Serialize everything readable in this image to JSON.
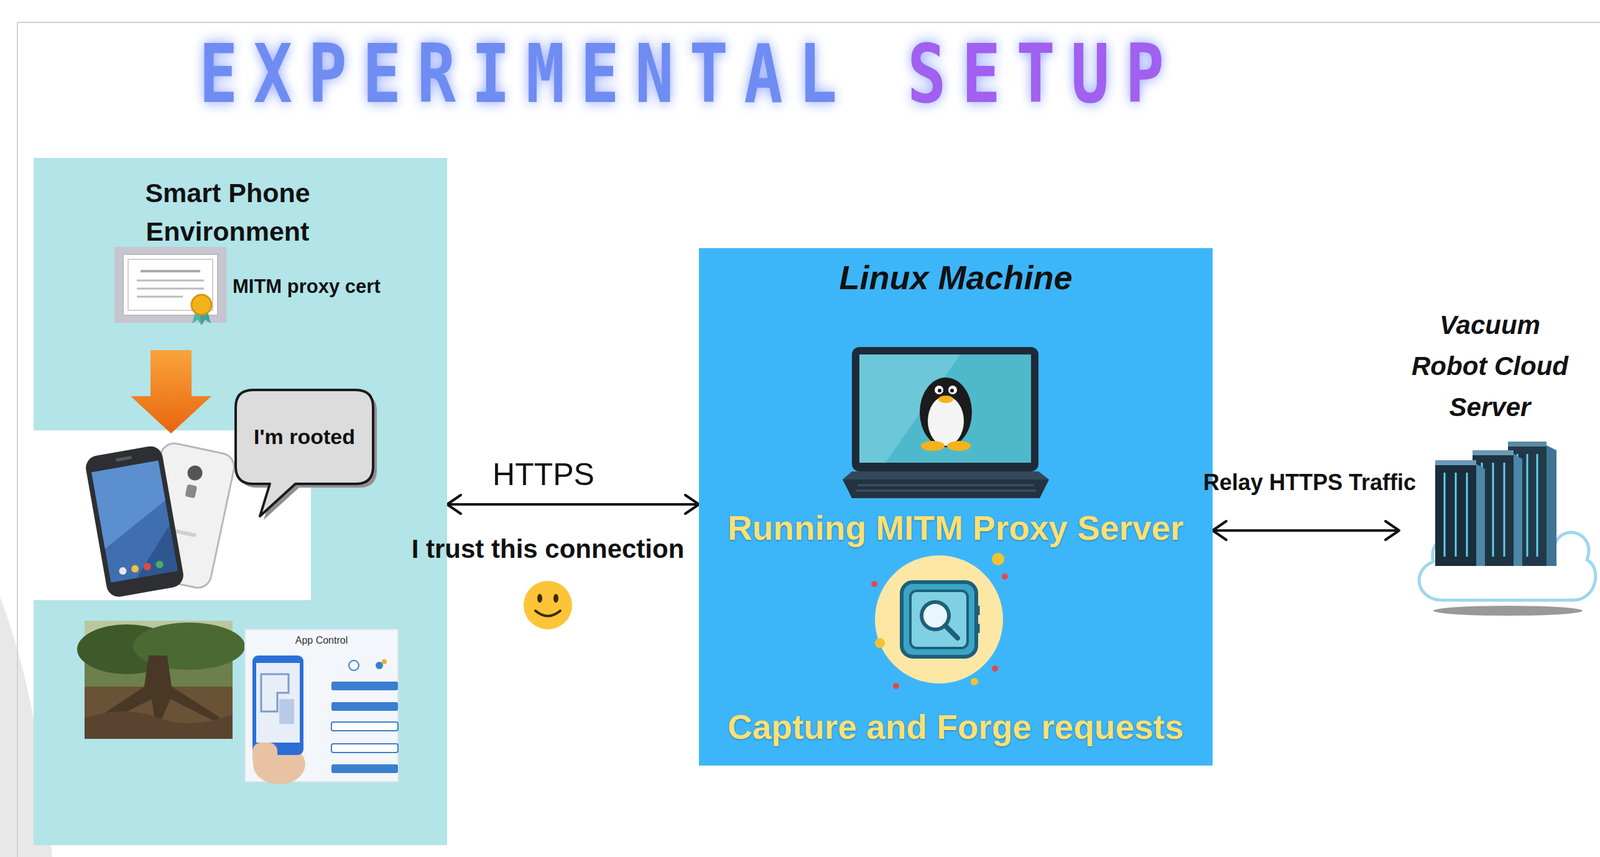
{
  "diagram": {
    "title": "EXPERIMENTAL SETUP",
    "nodes": [
      {
        "text": [
          "Smart Phone Environment"
        ]
      },
      {
        "text": [
          "I'm rooted"
        ],
        "in": 0
      },
      {
        "text": [
          "Linux Machine",
          "Running MITM Proxy Server",
          "Capture and Forge requests"
        ]
      },
      {
        "text": [
          "Vacuum Robot Cloud Server"
        ]
      }
    ],
    "edges": [
      {
        "from": 0,
        "to": 2,
        "arrow": "both",
        "label": "HTTPS"
      },
      {
        "from": 2,
        "to": 3,
        "arrow": "both",
        "label": "Relay HTTPS Traffic"
      }
    ],
    "labels": [
      "MITM proxy cert",
      "App Control",
      "I trust this connection"
    ]
  }
}
